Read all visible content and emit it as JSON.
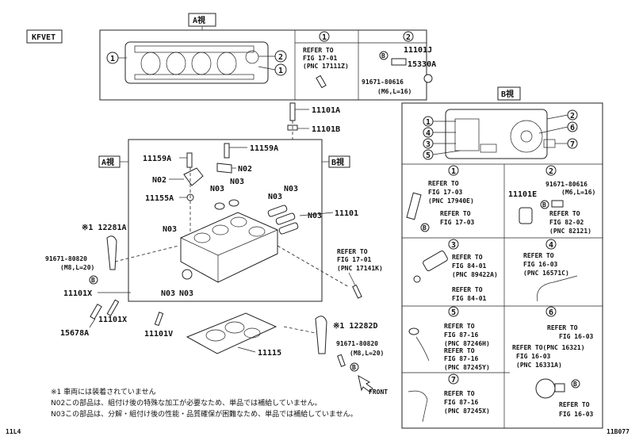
{
  "header": {
    "engine_code": "KFVET",
    "view_a_tag": "A視",
    "view_b_tag": "B視"
  },
  "view_a": {
    "callouts": [
      "1",
      "2",
      "1"
    ],
    "cell1": {
      "number": "1",
      "ref_line1": "REFER TO",
      "ref_line2": "FIG 17-01",
      "ref_line3": "(PNC 17111Z)"
    },
    "cell2": {
      "number": "2",
      "part_a": "11101J",
      "part_b": "15330A",
      "bolt_mark": "B",
      "bolt_part": "91671-80616",
      "bolt_spec": "(M6,L=16)"
    }
  },
  "main": {
    "a_view": "A視",
    "b_view": "B視",
    "labels": {
      "p11101A": "11101A",
      "p11101B": "11101B",
      "p11159A_left": "11159A",
      "p11159A_right": "11159A",
      "n02_left": "N02",
      "n02_right": "N02",
      "p11155A": "11155A",
      "n03_1": "N03",
      "n03_2": "N03",
      "n03_3": "N03",
      "n03_4": "N03",
      "n03_5": "N03",
      "n03_6": "N03",
      "n03_7": "N03",
      "n03_8": "N03",
      "p11101": "11101",
      "p12281A": "※1 12281A",
      "bolt_left": "91671-80820",
      "bolt_left_spec": "(M8,L=20)",
      "bolt_left_mark": "B",
      "p11101X_a": "11101X",
      "p11101X_b": "11101X",
      "p15678A": "15678A",
      "p11101V": "11101V",
      "p11115": "11115",
      "p12282D": "※1 12282D",
      "bolt_right": "91671-80820",
      "bolt_right_spec": "(M8,L=20)",
      "bolt_right_mark": "B",
      "ref_line1": "REFER TO",
      "ref_line2": "FIG 17-01",
      "ref_line3": "(PNC 17141K)",
      "front": "FRONT"
    }
  },
  "view_b": {
    "callouts": [
      "1",
      "4",
      "3",
      "5",
      "2",
      "6",
      "7"
    ],
    "cell1": {
      "number": "1",
      "r1": "REFER TO",
      "r2": "FIG 17-03",
      "r3": "(PNC 17940E)",
      "r4": "REFER TO",
      "r5": "FIG 17-03",
      "mark": "B"
    },
    "cell2": {
      "number": "2",
      "part": "11101E",
      "bolt": "91671-80616",
      "bolt_spec": "(M6,L=16)",
      "mark": "B",
      "r1": "REFER TO",
      "r2": "FIG 82-02",
      "r3": "(PNC 82121)"
    },
    "cell3": {
      "number": "3",
      "r1": "REFER TO",
      "r2": "FIG 84-01",
      "r3": "(PNC 89422A)",
      "r4": "REFER TO",
      "r5": "FIG 84-01"
    },
    "cell4": {
      "number": "4",
      "r1": "REFER TO",
      "r2": "FIG 16-03",
      "r3": "(PNC 16571C)"
    },
    "cell5": {
      "number": "5",
      "r1": "REFER TO",
      "r2": "FIG 87-16",
      "r3": "(PNC 87246H)",
      "r4": "REFER TO",
      "r5": "FIG 87-16",
      "r6": "(PNC 87245Y)"
    },
    "cell6": {
      "number": "6",
      "r1": "REFER TO",
      "r2": "FIG 16-03",
      "r3": "REFER TO(PNC 16321)",
      "r4": "FIG 16-03",
      "r5": "(PNC 16331A)",
      "r6": "REFER TO",
      "r7": "FIG 16-03",
      "mark": "B"
    },
    "cell7": {
      "number": "7",
      "r1": "REFER TO",
      "r2": "FIG 87-16",
      "r3": "(PNC 87245X)"
    }
  },
  "notes": {
    "n1": "※1 車両には装着されていません",
    "n2": "N02この部品は、組付け後の特殊な加工が必要なため、単品では補給していません。",
    "n3": "N03この部品は、分解・組付け後の性能・品質確保が困難なため、単品では補給していません。"
  },
  "footer": {
    "left_code": "11L4",
    "right_code": "11B077"
  }
}
